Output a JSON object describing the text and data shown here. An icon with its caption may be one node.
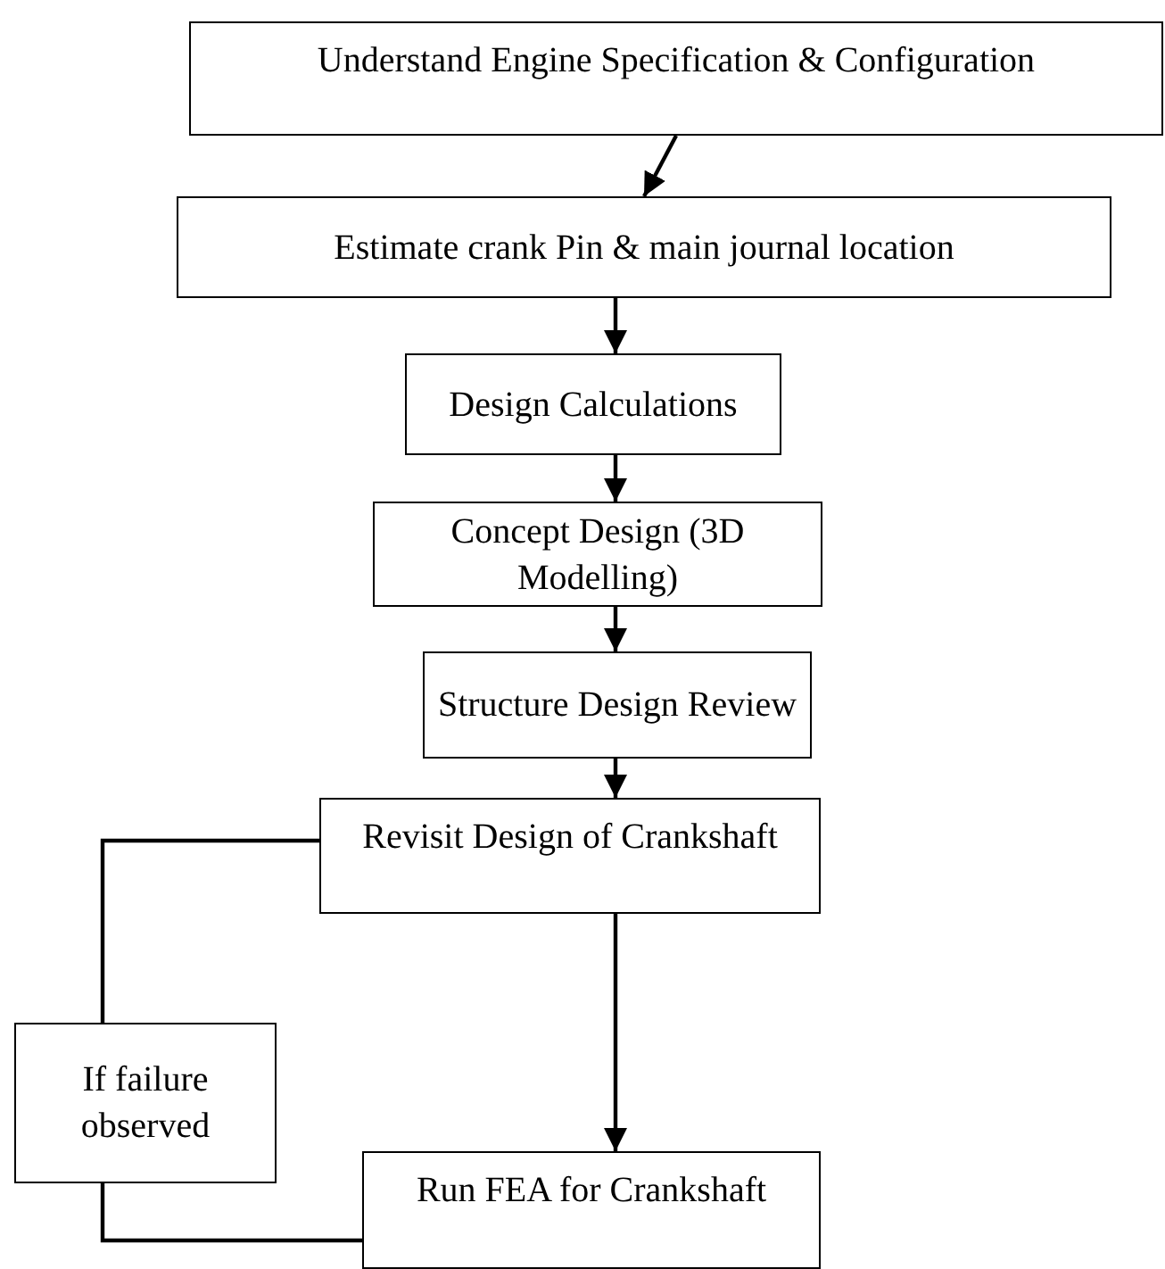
{
  "diagram": {
    "nodes": [
      {
        "text": [
          "Understand Engine Specification & Configuration"
        ]
      },
      {
        "text": [
          "Estimate crank Pin & main journal location"
        ]
      },
      {
        "text": [
          "Design Calculations"
        ]
      },
      {
        "text": [
          "Concept Design (3D Modelling)"
        ]
      },
      {
        "text": [
          "Structure Design Review"
        ]
      },
      {
        "text": [
          "Revisit Design of Crankshaft"
        ]
      },
      {
        "text": [
          "If failure observed"
        ]
      },
      {
        "text": [
          "Run FEA for Crankshaft"
        ]
      }
    ],
    "edges": [
      {
        "from": 0,
        "to": 1,
        "arrow": "to"
      },
      {
        "from": 1,
        "to": 2,
        "arrow": "to"
      },
      {
        "from": 2,
        "to": 3,
        "arrow": "to"
      },
      {
        "from": 3,
        "to": 4,
        "arrow": "to"
      },
      {
        "from": 4,
        "to": 5,
        "arrow": "to"
      },
      {
        "from": 5,
        "to": 7,
        "arrow": "to"
      },
      {
        "from": 5,
        "to": 6,
        "arrow": "none"
      },
      {
        "from": 6,
        "to": 7,
        "arrow": "none"
      }
    ]
  }
}
